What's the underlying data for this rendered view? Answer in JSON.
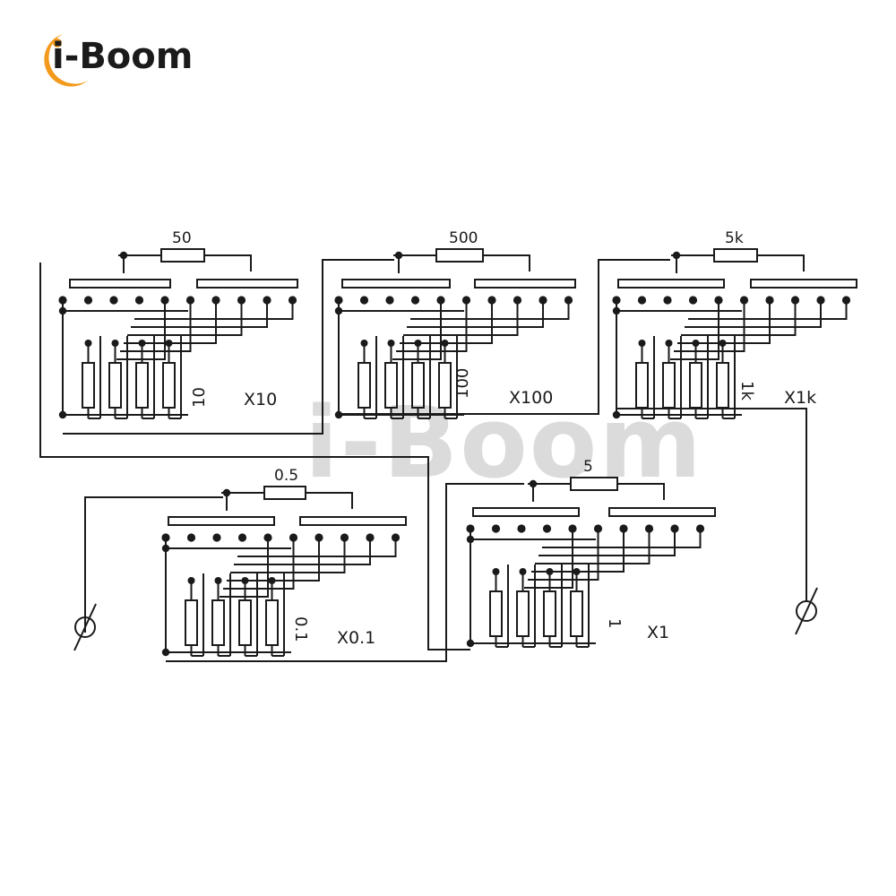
{
  "brand": {
    "name": "i-Boom",
    "accent": "#f39a1c",
    "text_color": "#1b1b1b"
  },
  "watermark": {
    "text": "i-Boom"
  },
  "decades": [
    {
      "id": "x10",
      "pot_label": "50",
      "resistor_label": "10",
      "multiplier": "X10"
    },
    {
      "id": "x100",
      "pot_label": "500",
      "resistor_label": "100",
      "multiplier": "X100"
    },
    {
      "id": "x1k",
      "pot_label": "5k",
      "resistor_label": "1k",
      "multiplier": "X1k"
    },
    {
      "id": "x01",
      "pot_label": "0.5",
      "resistor_label": "0.1",
      "multiplier": "X0.1"
    },
    {
      "id": "x1",
      "pot_label": "5",
      "resistor_label": "1",
      "multiplier": "X1"
    }
  ],
  "terminal_symbol": "⌀"
}
